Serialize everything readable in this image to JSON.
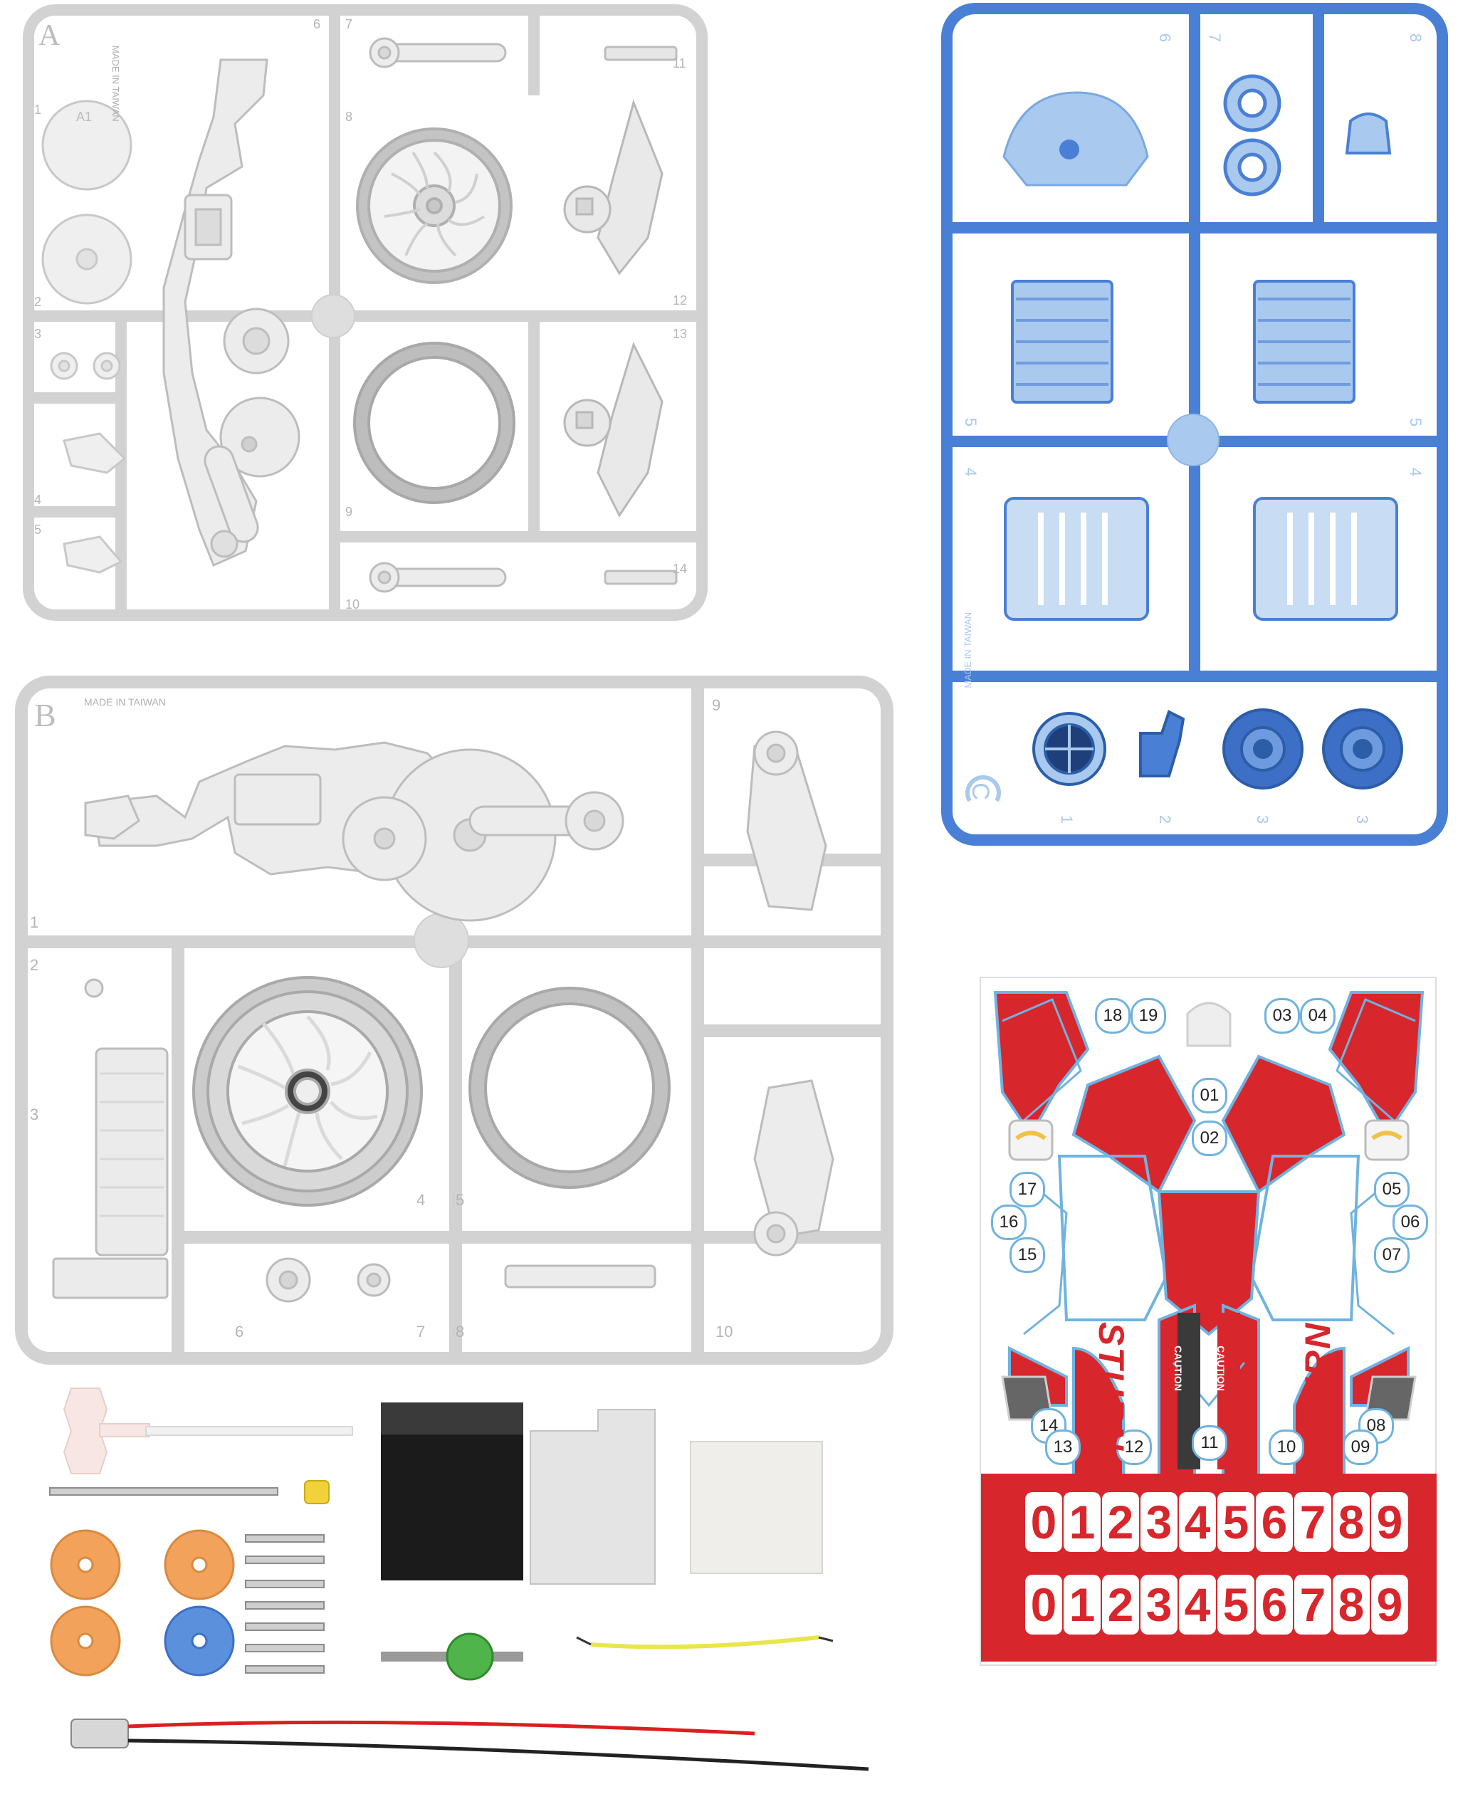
{
  "sprue_a": {
    "letter": "A",
    "made_in": "MADE IN TAIWAN",
    "part_numbers": [
      "1",
      "2",
      "3",
      "4",
      "5",
      "6",
      "7",
      "8",
      "9",
      "10",
      "11",
      "12",
      "13",
      "14"
    ],
    "gear_label": "A1",
    "color": "#e6e6e6"
  },
  "sprue_b": {
    "letter": "B",
    "made_in": "MADE IN TAIWAN",
    "part_numbers": [
      "1",
      "2",
      "3",
      "4",
      "5",
      "6",
      "7",
      "8",
      "9",
      "10"
    ],
    "color": "#e6e6e6"
  },
  "sprue_c": {
    "letter": "C",
    "made_in": "MADE IN TAIWAN",
    "part_numbers": [
      "6",
      "7",
      "8",
      "5",
      "5",
      "4",
      "4",
      "1",
      "2",
      "3",
      "3"
    ],
    "color": "#4a7fd6",
    "light_color": "#a9c9ee"
  },
  "decal_sheet": {
    "numbers_top": [
      "18",
      "19",
      "03",
      "04"
    ],
    "numbers_mid": [
      "01",
      "02",
      "17",
      "05",
      "16",
      "06",
      "15",
      "07"
    ],
    "numbers_bottom": [
      "14",
      "08",
      "13",
      "12",
      "11",
      "10",
      "09"
    ],
    "brand_text": "STURN",
    "caution_text": "CAUTION",
    "digit_row_1": [
      "0",
      "1",
      "2",
      "3",
      "4",
      "5",
      "6",
      "7",
      "8",
      "9"
    ],
    "digit_row_2": [
      "0",
      "1",
      "2",
      "3",
      "4",
      "5",
      "6",
      "7",
      "8",
      "9"
    ],
    "red": "#d7262c",
    "blue": "#6fb3e0"
  },
  "loose_parts": {
    "gear_orange": "#f2a25a",
    "gear_blue": "#5b90dc",
    "gear_green": "#4fb54a",
    "wire_red": "#d92020",
    "wire_black": "#222222",
    "wire_yellow": "#e9e54d"
  }
}
